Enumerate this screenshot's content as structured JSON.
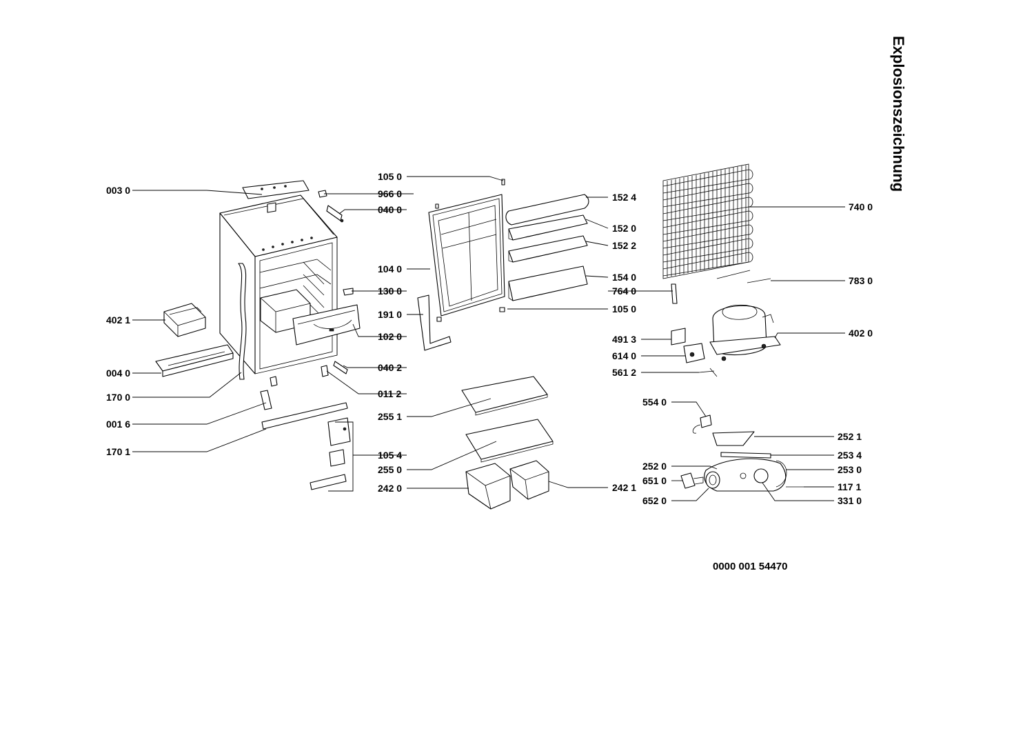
{
  "title": "Explosionszeichnung",
  "document_number": "0000 001 54470",
  "callouts": [
    {
      "id": "c0030",
      "text": "003 0"
    },
    {
      "id": "c9660",
      "text": "966 0"
    },
    {
      "id": "c0400",
      "text": "040 0"
    },
    {
      "id": "c1300",
      "text": "130 0"
    },
    {
      "id": "c4021",
      "text": "402 1"
    },
    {
      "id": "c1020",
      "text": "102 0"
    },
    {
      "id": "c0040",
      "text": "004 0"
    },
    {
      "id": "c0402",
      "text": "040 2"
    },
    {
      "id": "c1700",
      "text": "170 0"
    },
    {
      "id": "c0112",
      "text": "011 2"
    },
    {
      "id": "c0016",
      "text": "001 6"
    },
    {
      "id": "c1701",
      "text": "170 1"
    },
    {
      "id": "c1054",
      "text": "105 4"
    },
    {
      "id": "c1050a",
      "text": "105 0"
    },
    {
      "id": "c1040",
      "text": "104 0"
    },
    {
      "id": "c1910",
      "text": "191 0"
    },
    {
      "id": "c2551",
      "text": "255 1"
    },
    {
      "id": "c2550",
      "text": "255 0"
    },
    {
      "id": "c2420",
      "text": "242 0"
    },
    {
      "id": "c1524",
      "text": "152 4"
    },
    {
      "id": "c1520",
      "text": "152 0"
    },
    {
      "id": "c1522",
      "text": "152 2"
    },
    {
      "id": "c1540",
      "text": "154 0"
    },
    {
      "id": "c7640",
      "text": "764 0"
    },
    {
      "id": "c1050b",
      "text": "105 0"
    },
    {
      "id": "c4913",
      "text": "491 3"
    },
    {
      "id": "c6140",
      "text": "614 0"
    },
    {
      "id": "c5612",
      "text": "561 2"
    },
    {
      "id": "c2421",
      "text": "242 1"
    },
    {
      "id": "c7400",
      "text": "740 0"
    },
    {
      "id": "c7830",
      "text": "783 0"
    },
    {
      "id": "c4020",
      "text": "402 0"
    },
    {
      "id": "c5540",
      "text": "554 0"
    },
    {
      "id": "c2521",
      "text": "252 1"
    },
    {
      "id": "c2534",
      "text": "253 4"
    },
    {
      "id": "c2520",
      "text": "252 0"
    },
    {
      "id": "c2530",
      "text": "253 0"
    },
    {
      "id": "c6510",
      "text": "651 0"
    },
    {
      "id": "c1171",
      "text": "117 1"
    },
    {
      "id": "c6520",
      "text": "652 0"
    },
    {
      "id": "c3310",
      "text": "331 0"
    }
  ]
}
